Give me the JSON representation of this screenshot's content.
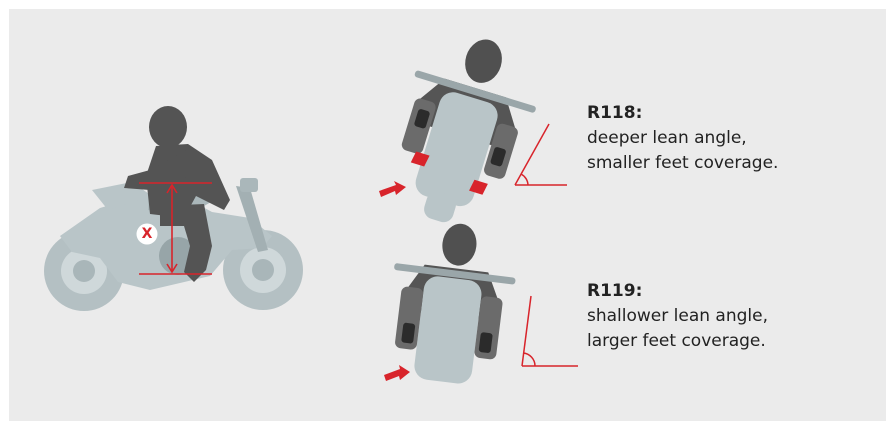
{
  "side_view": {
    "marker": "X"
  },
  "r118": {
    "code": "R118:",
    "line1": "deeper lean angle,",
    "line2": "smaller feet coverage."
  },
  "r119": {
    "code": "R119:",
    "line1": "shallower lean angle,",
    "line2": "larger feet coverage."
  },
  "colors": {
    "background": "#ebebeb",
    "bike": "#b7c3c6",
    "rider": "#505050",
    "accent": "#d8242b"
  }
}
